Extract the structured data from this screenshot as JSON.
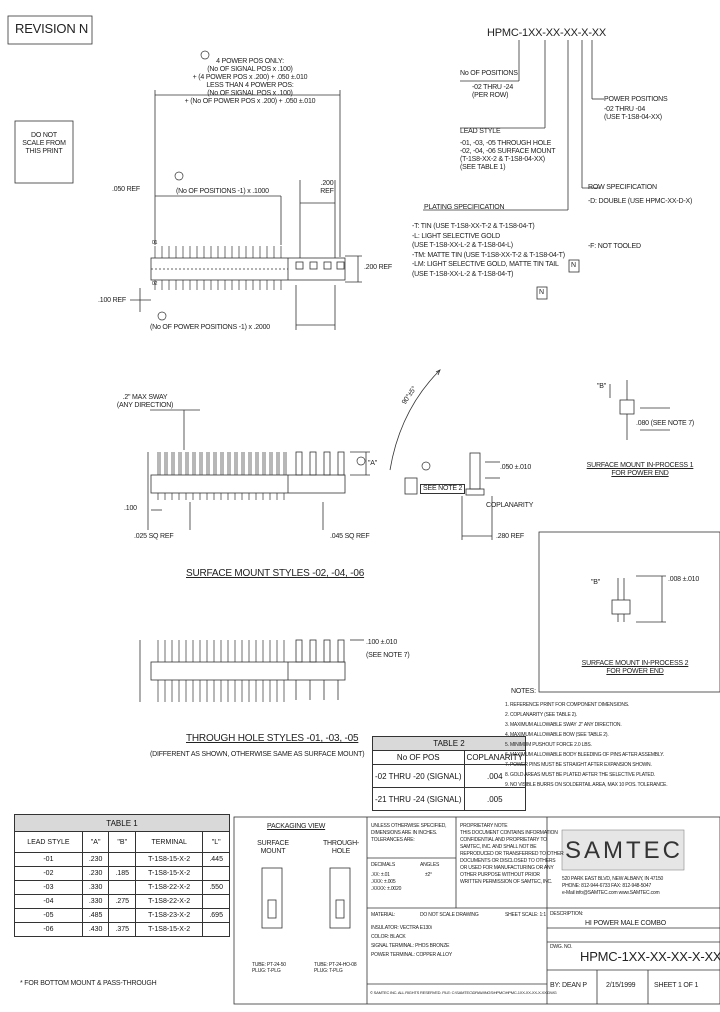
{
  "revision": "REVISION N",
  "part_number_header": "HPMC-1XX-XX-XX-X-XX",
  "do_not_scale": "DO NOT\nSCALE FROM\nTHIS PRINT",
  "pn_callouts": {
    "no_positions_label": "No OF POSITIONS",
    "no_positions_value": "-02 THRU -24\n(PER ROW)",
    "power_positions_label": "POWER POSITIONS",
    "power_positions_value": "-02 THRU -04\n(USE T-1S8-04-XX)",
    "lead_style_label": "LEAD STYLE",
    "lead_style_value": "-01, -03, -05 THROUGH HOLE\n-02, -04, -06 SURFACE MOUNT\n(T-1S8-XX-2 & T-1S8-04-XX)\n(SEE TABLE 1)",
    "row_spec_label": "ROW SPECIFICATION",
    "row_spec_value": "-D: DOUBLE (USE HPMC-XX-D-X)",
    "plating_label": "PLATING SPECIFICATION",
    "plating_value": "-T: TIN (USE T-1S8-XX-T-2 & T-1S8-04-T)\n-L: LIGHT SELECTIVE GOLD\n(USE T-1S8-XX-L-2 & T-1S8-04-L)\n-TM: MATTE TIN (USE T-1S8-XX-T-2 & T-1S8-04-T)\n-LM: LIGHT SELECTIVE GOLD, MATTE TIN TAIL\n(USE T-1S8-XX-L-2 & T-1S8-04-T)",
    "not_tooled": "-F: NOT TOOLED",
    "flag_n": "N"
  },
  "top_view": {
    "formula": "4 POWER POS ONLY:\n(No OF SIGNAL POS x .100)\n+ (4 POWER POS x .200) + .050 ±.010\nLESS THAN 4 POWER POS:\n(No OF SIGNAL POS x .100)\n+ (No OF POWER POS x .200) + .050 ±.010",
    "pitch_label": "(No OF POSITIONS -1) x .1000",
    "ref_left": ".050 REF",
    "dim_right_top": ".200\nREF",
    "dim_right": ".200 REF",
    "dim_left": ".100 REF",
    "power_pitch": "(No OF POWER POSITIONS -1) x .2000",
    "pin1": "01",
    "pin2": "02"
  },
  "side_view": {
    "sway": ".2\" MAX SWAY\n(ANY DIRECTION)",
    "dim_100": ".100",
    "sq_left": ".025 SQ REF",
    "sq_mid": ".045 SQ REF",
    "ref_280": ".280 REF",
    "dim_a": "\"A\"",
    "see_note2": "SEE NOTE 2",
    "coplanarity": "COPLANARITY",
    "dim_050": ".050 ±.010",
    "sway_90": "90°±5°",
    "title": "SURFACE MOUNT STYLES -02, -04, -06"
  },
  "through_view": {
    "dim": ".100 ±.010\n(SEE NOTE 7)",
    "title": "THROUGH HOLE STYLES -01, -03, -05",
    "subtitle": "(DIFFERENT AS SHOWN, OTHERWISE SAME AS SURFACE MOUNT)"
  },
  "process1": {
    "label_b": "\"B\"",
    "dim": ".080 (SEE NOTE 7)",
    "title": "SURFACE MOUNT IN-PROCESS 1\nFOR POWER END"
  },
  "process2": {
    "label_b": "\"B\"",
    "dim": ".008 ±.010",
    "title": "SURFACE MOUNT IN-PROCESS 2\nFOR POWER END"
  },
  "table2": {
    "title": "TABLE 2",
    "headers": [
      "No OF POS",
      "COPLANARITY"
    ],
    "rows": [
      [
        "-02 THRU -20 (SIGNAL)",
        ".004"
      ],
      [
        "-21 THRU -24 (SIGNAL)",
        ".005"
      ]
    ]
  },
  "notes": {
    "title": "NOTES:",
    "items": [
      "1. REFERENCE PRINT FOR COMPONENT DIMENSIONS.",
      "2. COPLANARITY (SEE TABLE 2).",
      "3. MAXIMUM ALLOWABLE SWAY .2\" ANY DIRECTION.",
      "4. MAXIMUM ALLOWABLE BOW (SEE TABLE 2).",
      "5. MINIMUM PUSHOUT FORCE 2.0 LBS.",
      "6. MAXIMUM ALLOWABLE BODY BLEEDING OF PINS AFTER ASSEMBLY.",
      "7. POWER PINS MUST BE STRAIGHT AFTER EXPANSION SHOWN.",
      "8. GOLD AREAS MUST BE PLATED AFTER THE SELECTIVE PLATED.",
      "9. NO VISIBLE BURRS ON SOLDERTAIL AREA, MAX 10 POS. TOLERANCE."
    ]
  },
  "table1": {
    "title": "TABLE 1",
    "headers": [
      "LEAD STYLE",
      "\"A\"",
      "\"B\"",
      "TERMINAL",
      "\"L\""
    ],
    "rows": [
      [
        "-01",
        ".230",
        "",
        "T-1S8-15-X-2",
        ".445"
      ],
      [
        "-02",
        ".230",
        ".185",
        "T-1S8-15-X-2",
        ""
      ],
      [
        "-03",
        ".330",
        "",
        "T-1S8-22-X-2",
        ".550"
      ],
      [
        "-04",
        ".330",
        ".275",
        "T-1S8-22-X-2",
        ""
      ],
      [
        "-05",
        ".485",
        "",
        "T-1S8-23-X-2",
        ".695"
      ],
      [
        "-06",
        ".430",
        ".375",
        "T-1S8-15-X-2",
        ""
      ]
    ],
    "footnote": "* FOR BOTTOM MOUNT & PASS-THROUGH"
  },
  "packaging": {
    "title": "PACKAGING VIEW",
    "sm_label": "SURFACE\nMOUNT",
    "th_label": "THROUGH-\nHOLE",
    "sm_tube": "TUBE: PT-24-50\nPLUG: T-PLG",
    "th_tube": "TUBE: PT-24-HO-08\nPLUG: T-PLG"
  },
  "tolerances": {
    "header": "UNLESS OTHERWISE SPECIFIED,\nDIMENSIONS ARE IN INCHES.\nTOLERANCES ARE:",
    "decimals": "DECIMALS",
    "angles": "ANGLES",
    "values": ".XX: ±.01\n.XXX: ±.005\n.XXXX: ±.0020",
    "angle_val": "±2°",
    "material_label": "MATERIAL:",
    "material": "INSULATOR: VECTRA E130i\nCOLOR: BLACK\nSIGNAL TERMINAL: PHOS BRONZE\nPOWER TERMINAL: COPPER ALLOY",
    "do_not_scale": "DO NOT SCALE DRAWING",
    "sheet_scale": "SHEET SCALE: 1:1"
  },
  "proprietary": "PROPRIETARY NOTE\nTHIS DOCUMENT CONTAINS INFORMATION\nCONFIDENTIAL AND PROPRIETARY TO\nSAMTEC, INC. AND SHALL NOT BE\nREPRODUCED OR TRANSFERRED TO OTHER\nDOCUMENTS OR DISCLOSED TO OTHERS\nOR USED FOR MANUFACTURING OR ANY\nOTHER PURPOSE WITHOUT PRIOR\nWRITTEN PERMISSION OF SAMTEC, INC.",
  "copyright": "© SAMTEC INC. ALL RIGHTS RESERVED. FILE: C:\\SAMTEC\\DRAWINGS\\HPMC\\HPMC-1XX-XX-XX-X-XX.DWG",
  "samtec": "SAMTEC",
  "samtec_address": "520 PARK EAST BLVD, NEW ALBANY, IN 47150\nPHONE: 812-944-6733  FAX: 812-948-5047\ne-Mail info@SAMTEC.com  www.SAMTEC.com",
  "description_label": "DESCRIPTION:",
  "description": "HI POWER MALE COMBO",
  "dwg_label": "DWG. NO.",
  "dwg_no": "HPMC-1XX-XX-XX-X-XX",
  "by": "BY:  DEAN P",
  "date": "2/15/1999",
  "sheet": "SHEET 1 OF 1"
}
